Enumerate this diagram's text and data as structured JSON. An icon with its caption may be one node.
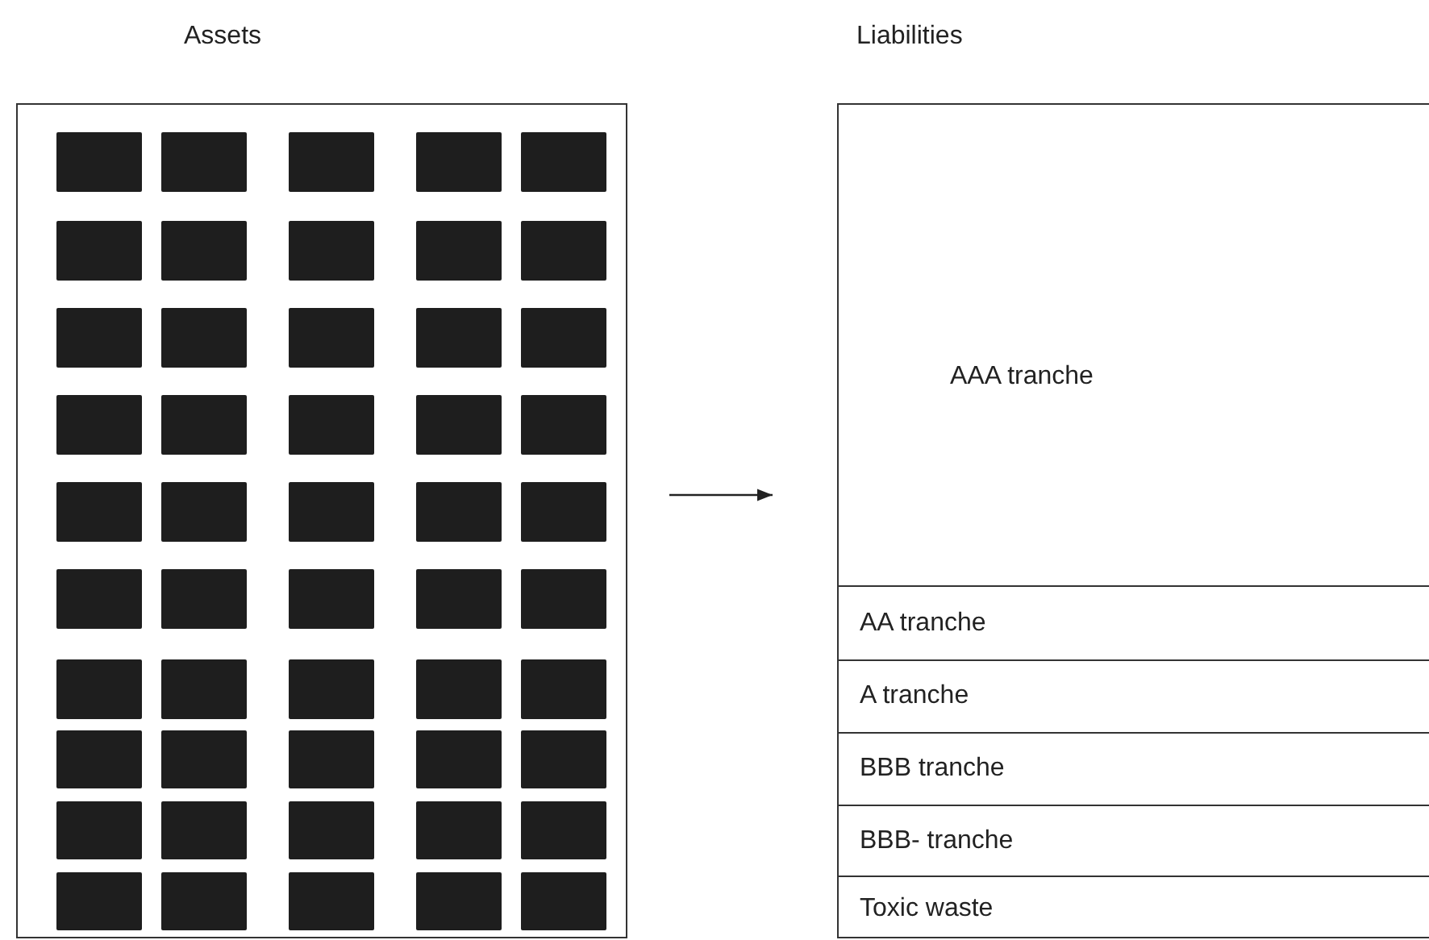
{
  "diagram": {
    "nodes": [
      {
        "text": [
          "Assets"
        ]
      },
      {
        "text": [],
        "shape": "box",
        "in": 0
      },
      {
        "text": [],
        "shape": "box",
        "in": 0
      },
      {
        "text": [],
        "shape": "box",
        "in": 0
      },
      {
        "text": [],
        "shape": "box",
        "in": 0
      },
      {
        "text": [],
        "shape": "box",
        "in": 0
      },
      {
        "text": [],
        "shape": "box",
        "in": 0
      },
      {
        "text": [],
        "shape": "box",
        "in": 0
      },
      {
        "text": [],
        "shape": "box",
        "in": 0
      },
      {
        "text": [],
        "shape": "box",
        "in": 0
      },
      {
        "text": [],
        "shape": "box",
        "in": 0
      },
      {
        "text": [],
        "shape": "box",
        "in": 0
      },
      {
        "text": [],
        "shape": "box",
        "in": 0
      },
      {
        "text": [],
        "shape": "box",
        "in": 0
      },
      {
        "text": [],
        "shape": "box",
        "in": 0
      },
      {
        "text": [],
        "shape": "box",
        "in": 0
      },
      {
        "text": [],
        "shape": "box",
        "in": 0
      },
      {
        "text": [],
        "shape": "box",
        "in": 0
      },
      {
        "text": [],
        "shape": "box",
        "in": 0
      },
      {
        "text": [],
        "shape": "box",
        "in": 0
      },
      {
        "text": [],
        "shape": "box",
        "in": 0
      },
      {
        "text": [],
        "shape": "box",
        "in": 0
      },
      {
        "text": [],
        "shape": "box",
        "in": 0
      },
      {
        "text": [],
        "shape": "box",
        "in": 0
      },
      {
        "text": [],
        "shape": "box",
        "in": 0
      },
      {
        "text": [],
        "shape": "box",
        "in": 0
      },
      {
        "text": [],
        "shape": "box",
        "in": 0
      },
      {
        "text": [],
        "shape": "box",
        "in": 0
      },
      {
        "text": [],
        "shape": "box",
        "in": 0
      },
      {
        "text": [],
        "shape": "box",
        "in": 0
      },
      {
        "text": [],
        "shape": "box",
        "in": 0
      },
      {
        "text": [],
        "shape": "box",
        "in": 0
      },
      {
        "text": [],
        "shape": "box",
        "in": 0
      },
      {
        "text": [],
        "shape": "box",
        "in": 0
      },
      {
        "text": [],
        "shape": "box",
        "in": 0
      },
      {
        "text": [],
        "shape": "box",
        "in": 0
      },
      {
        "text": [],
        "shape": "box",
        "in": 0
      },
      {
        "text": [],
        "shape": "box",
        "in": 0
      },
      {
        "text": [],
        "shape": "box",
        "in": 0
      },
      {
        "text": [],
        "shape": "box",
        "in": 0
      },
      {
        "text": [],
        "shape": "box",
        "in": 0
      },
      {
        "text": [],
        "shape": "box",
        "in": 0
      },
      {
        "text": [],
        "shape": "box",
        "in": 0
      },
      {
        "text": [],
        "shape": "box",
        "in": 0
      },
      {
        "text": [],
        "shape": "box",
        "in": 0
      },
      {
        "text": [],
        "shape": "box",
        "in": 0
      },
      {
        "text": [],
        "shape": "box",
        "in": 0
      },
      {
        "text": [],
        "shape": "box",
        "in": 0
      },
      {
        "text": [],
        "shape": "box",
        "in": 0
      },
      {
        "text": [],
        "shape": "box",
        "in": 0
      },
      {
        "text": [],
        "shape": "box",
        "in": 0
      },
      {
        "text": [
          "Liabilities"
        ]
      },
      {
        "text": [
          "AAA tranche"
        ],
        "in": 51
      },
      {
        "text": [
          "AA tranche"
        ],
        "in": 51
      },
      {
        "text": [
          "A tranche"
        ],
        "in": 51
      },
      {
        "text": [
          "BBB tranche"
        ],
        "in": 51
      },
      {
        "text": [
          "BBB- tranche"
        ],
        "in": 51
      },
      {
        "text": [
          "Toxic waste"
        ],
        "in": 51
      }
    ],
    "edges": [
      {
        "from": 0,
        "to": 51,
        "arrow": "to"
      }
    ]
  }
}
